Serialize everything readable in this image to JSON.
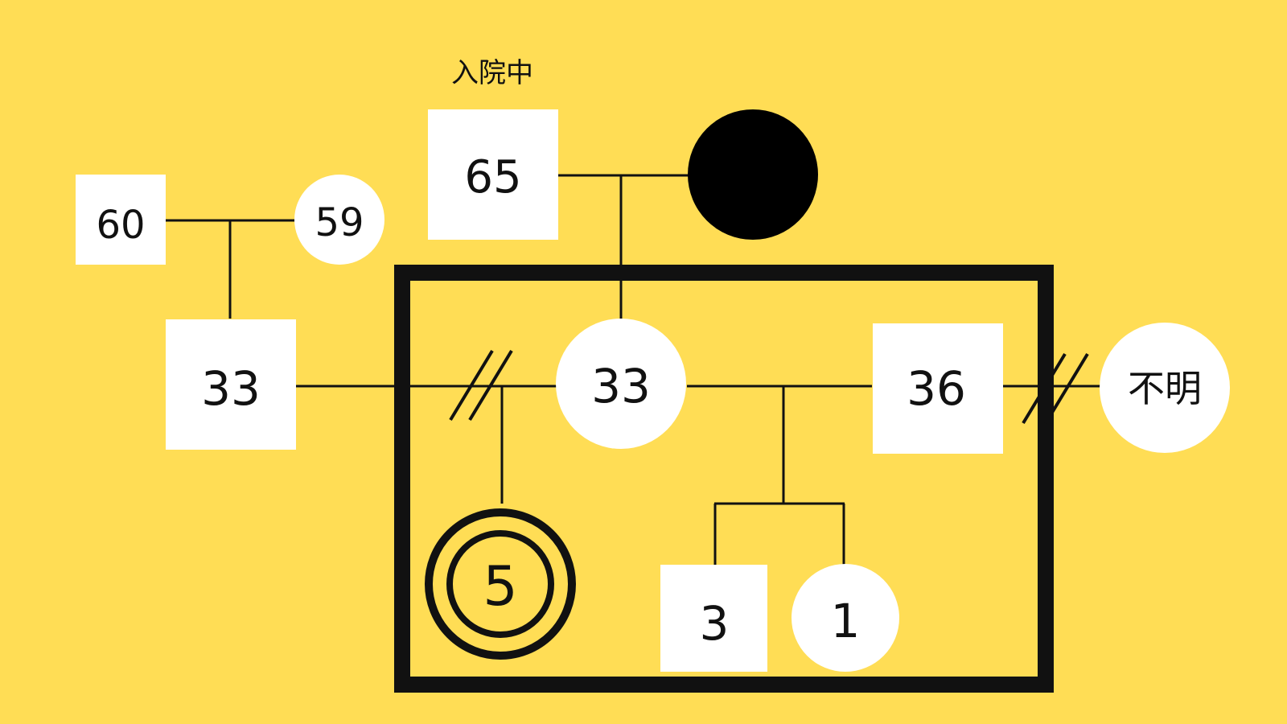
{
  "colors": {
    "background": "#FFDD55",
    "line": "#111111",
    "node_fill": "#FFFFFF",
    "deceased_fill": "#000000"
  },
  "annotations": {
    "hospitalized": "入院中"
  },
  "people": {
    "paternal_grandfather": {
      "shape": "square",
      "age": "60"
    },
    "paternal_grandmother": {
      "shape": "circle",
      "age": "59"
    },
    "maternal_grandfather": {
      "shape": "square",
      "age": "65"
    },
    "maternal_grandmother": {
      "shape": "circle",
      "age": "",
      "deceased": true
    },
    "ex_husband": {
      "shape": "square",
      "age": "33"
    },
    "mother": {
      "shape": "circle",
      "age": "33"
    },
    "partner": {
      "shape": "square",
      "age": "36"
    },
    "partner_ex_wife": {
      "shape": "circle",
      "age": "不明"
    },
    "identified_child": {
      "shape": "double-circle",
      "age": "5",
      "identified_patient": true
    },
    "son": {
      "shape": "square",
      "age": "3"
    },
    "daughter": {
      "shape": "circle",
      "age": "1"
    }
  }
}
